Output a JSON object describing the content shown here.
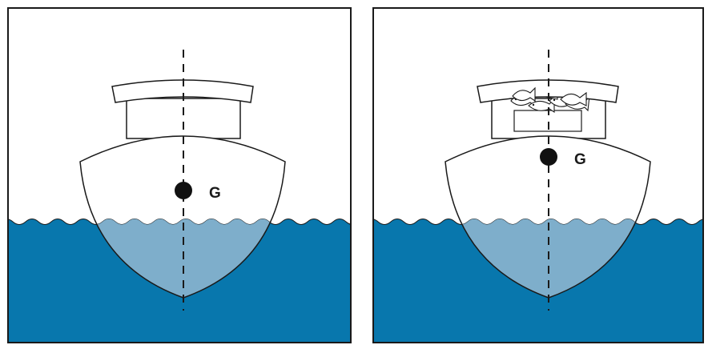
{
  "colors": {
    "water": "#0877ad",
    "submerged_hull": "#7eaecb",
    "outline": "#1a1a1a",
    "background": "#ffffff"
  },
  "panels": [
    {
      "id": "left",
      "g_label": "G",
      "has_fish_crate": false,
      "markers": [
        "center-of-gravity-dot",
        "centerline-dashed"
      ]
    },
    {
      "id": "right",
      "g_label": "G",
      "has_fish_crate": true,
      "markers": [
        "center-of-gravity-dot",
        "centerline-dashed"
      ]
    }
  ]
}
